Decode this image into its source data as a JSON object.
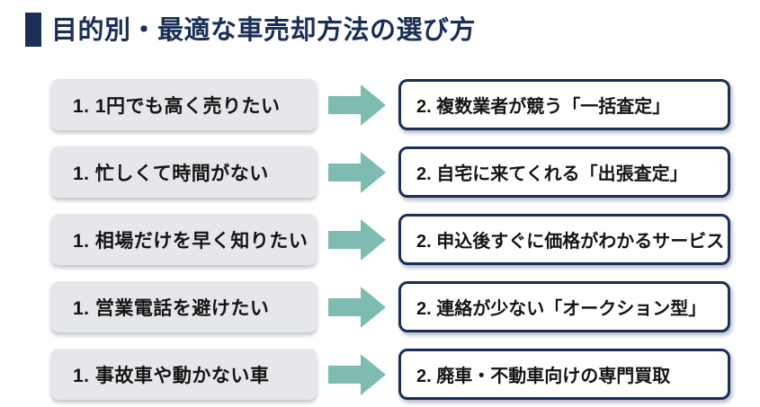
{
  "title": "目的別・最適な車売却方法の選び方",
  "colors": {
    "navy": "#1a2f55",
    "teal_arrow": "#7ebcb1",
    "gray_box": "#e5e7ea",
    "text": "#141414",
    "background": "#ffffff"
  },
  "rows": [
    {
      "purpose": "1. 1円でも高く売りたい",
      "method": "2. 複数業者が競う「一括査定」"
    },
    {
      "purpose": "1. 忙しくて時間がない",
      "method": "2. 自宅に来てくれる「出張査定」"
    },
    {
      "purpose": "1. 相場だけを早く知りたい",
      "method": "2. 申込後すぐに価格がわかるサービス"
    },
    {
      "purpose": "1. 営業電話を避けたい",
      "method": "2. 連絡が少ない「オークション型」"
    },
    {
      "purpose": "1. 事故車や動かない車",
      "method": "2. 廃車・不動車向けの専門買取"
    }
  ]
}
